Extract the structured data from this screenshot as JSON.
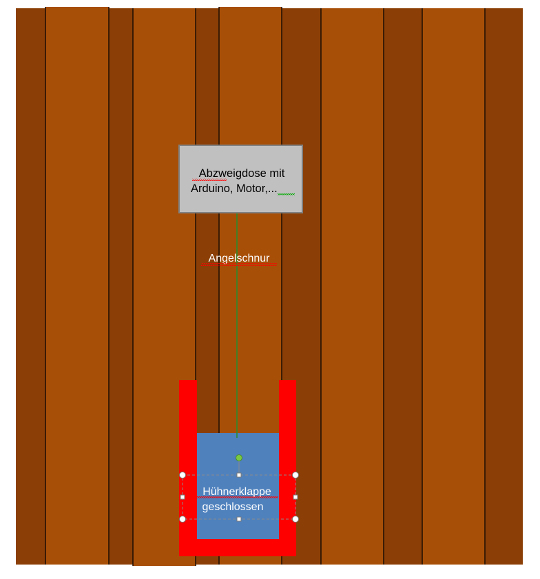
{
  "colors": {
    "plank_dark": "#8b3f06",
    "plank_light": "#a84f07",
    "seam": "#1a0d04",
    "box_fill": "#c0c0c0",
    "box_border": "#808080",
    "string": "#2e8b2e",
    "frame": "#ff0000",
    "door": "#4f81bd",
    "selection_handle": "#ffffff",
    "rotate_handle": "#7ac943",
    "spellcheck_red": "#ff0000",
    "spellcheck_green": "#00aa00"
  },
  "junction_box": {
    "line1": "Abzweigdose mit",
    "line2_a": "Arduino, Motor",
    "line2_b": ",..."
  },
  "string_label": "Angelschnur",
  "door": {
    "line1": "Hühnerklappe",
    "line2": "geschlossen"
  }
}
